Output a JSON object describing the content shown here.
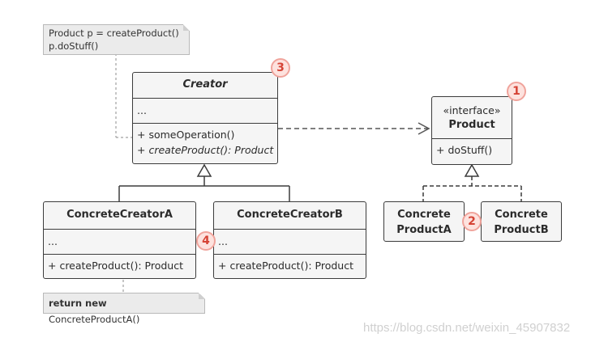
{
  "creator": {
    "name": "Creator",
    "fields": "...",
    "methods": [
      "+ someOperation()",
      "+ createProduct(): Product"
    ]
  },
  "creator_note": {
    "line1": "Product p = createProduct()",
    "line2": "p.doStuff()"
  },
  "product": {
    "stereotype": "«interface»",
    "name": "Product",
    "methods": [
      "+ doStuff()"
    ]
  },
  "concrete_creator_a": {
    "name": "ConcreteCreatorA",
    "fields": "...",
    "method": "+ createProduct(): Product"
  },
  "concrete_creator_b": {
    "name": "ConcreteCreatorB",
    "fields": "...",
    "method": "+ createProduct(): Product"
  },
  "concrete_product_a": {
    "line1": "Concrete",
    "line2": "ProductA"
  },
  "concrete_product_b": {
    "line1": "Concrete",
    "line2": "ProductB"
  },
  "return_note": {
    "keyword": "return new",
    "rest": " ConcreteProductA()"
  },
  "markers": [
    "1",
    "2",
    "3",
    "4"
  ],
  "watermark": "https://blog.csdn.net/weixin_45907832",
  "colors": {
    "marker_text": "#d54335",
    "marker_fill": "#fde2de",
    "box_fill": "#f5f5f5"
  }
}
